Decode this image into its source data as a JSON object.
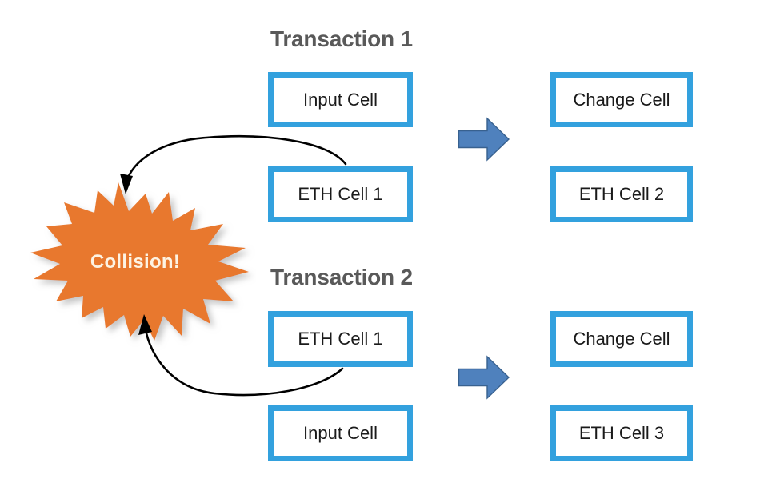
{
  "diagram": {
    "title_semantic": "ETH cell collision between two transactions",
    "background_color": "#ffffff",
    "colors": {
      "cell_border_blue": "#33a1de",
      "cell_fill": "#ffffff",
      "cell_text": "#1a1a1a",
      "section_title_gray": "#595959",
      "block_arrow_fill": "#4f81bd",
      "block_arrow_stroke": "#38618f",
      "burst_orange": "#e8782e",
      "burst_text": "#fdf3e3",
      "connector_stroke": "#000000"
    }
  },
  "transactions": [
    {
      "id": "transaction-1",
      "title": "Transaction 1",
      "inputs": [
        {
          "id": "tx1-input",
          "label": "Input Cell"
        },
        {
          "id": "tx1-eth1",
          "label": "ETH Cell 1"
        }
      ],
      "outputs": [
        {
          "id": "tx1-change",
          "label": "Change Cell"
        },
        {
          "id": "tx1-eth2",
          "label": "ETH Cell 2"
        }
      ],
      "arrow": {
        "id": "tx1-arrow",
        "direction": "right"
      }
    },
    {
      "id": "transaction-2",
      "title": "Transaction 2",
      "inputs": [
        {
          "id": "tx2-eth1",
          "label": "ETH Cell 1"
        },
        {
          "id": "tx2-input",
          "label": "Input Cell"
        }
      ],
      "outputs": [
        {
          "id": "tx2-change",
          "label": "Change Cell"
        },
        {
          "id": "tx2-eth3",
          "label": "ETH Cell 3"
        }
      ],
      "arrow": {
        "id": "tx2-arrow",
        "direction": "right"
      }
    }
  ],
  "collision": {
    "label": "Collision!",
    "shape": "explosion-burst",
    "connectors": [
      {
        "id": "connector-top",
        "from": "tx1-eth1",
        "to": "collision",
        "style": "curved-arrow",
        "arrowhead": "pointing-down"
      },
      {
        "id": "connector-bottom",
        "from": "tx2-eth1",
        "to": "collision",
        "style": "curved-arrow",
        "arrowhead": "pointing-up"
      }
    ]
  }
}
